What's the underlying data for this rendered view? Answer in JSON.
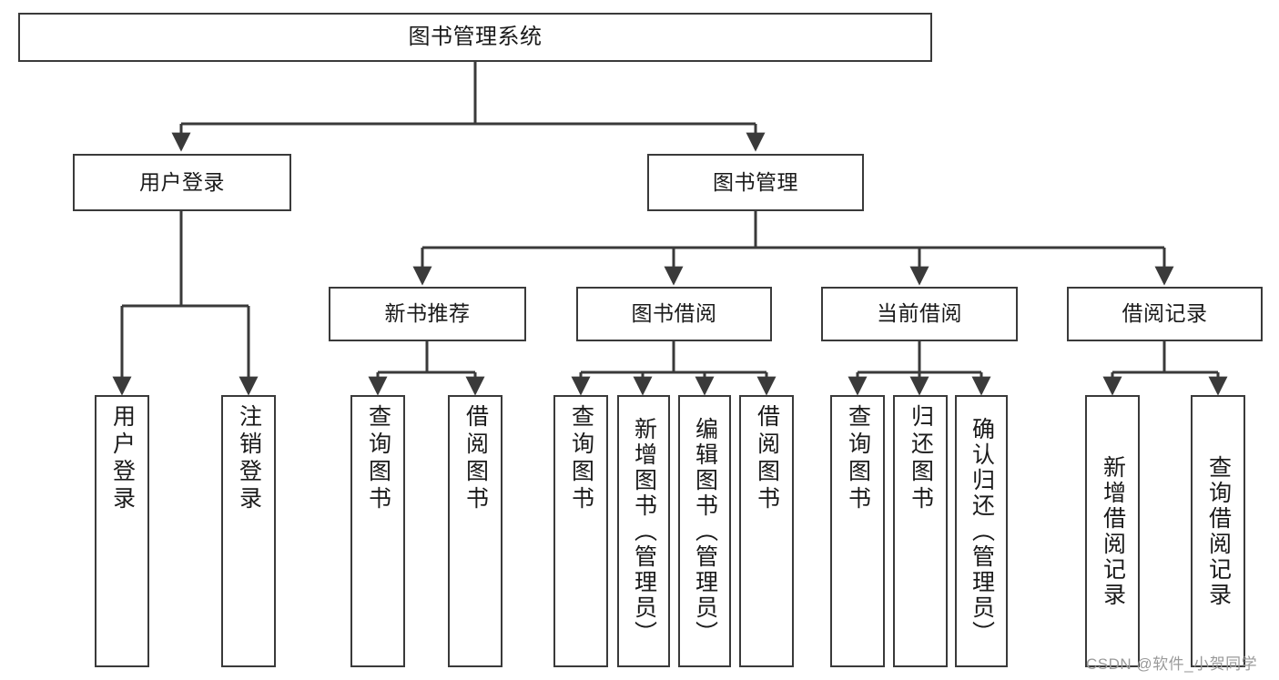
{
  "diagram": {
    "title": "图书管理系统",
    "type": "tree",
    "nodes": {
      "root": {
        "label": "图书管理系统"
      },
      "level2": [
        {
          "id": "user-login",
          "label": "用户登录"
        },
        {
          "id": "book-manage",
          "label": "图书管理"
        }
      ],
      "level3": [
        {
          "id": "new-book-rec",
          "label": "新书推荐"
        },
        {
          "id": "book-borrow",
          "label": "图书借阅"
        },
        {
          "id": "current-borrow",
          "label": "当前借阅"
        },
        {
          "id": "borrow-record",
          "label": "借阅记录"
        }
      ],
      "leaves": {
        "user-login": [
          {
            "id": "leaf-user-login",
            "label": "用户登录"
          },
          {
            "id": "leaf-logout",
            "label": "注销登录"
          }
        ],
        "new-book-rec": [
          {
            "id": "leaf-query-book-1",
            "label": "查询图书"
          },
          {
            "id": "leaf-borrow-book-1",
            "label": "借阅图书"
          }
        ],
        "book-borrow": [
          {
            "id": "leaf-query-book-2",
            "label": "查询图书"
          },
          {
            "id": "leaf-add-book",
            "label": "新增图书（管理员）"
          },
          {
            "id": "leaf-edit-book",
            "label": "编辑图书（管理员）"
          },
          {
            "id": "leaf-borrow-book-2",
            "label": "借阅图书"
          }
        ],
        "current-borrow": [
          {
            "id": "leaf-query-book-3",
            "label": "查询图书"
          },
          {
            "id": "leaf-return-book",
            "label": "归还图书"
          },
          {
            "id": "leaf-confirm-return",
            "label": "确认归还（管理员）"
          }
        ],
        "borrow-record": [
          {
            "id": "leaf-add-record",
            "label": "新增借阅记录"
          },
          {
            "id": "leaf-query-record",
            "label": "查询借阅记录"
          }
        ]
      }
    },
    "colors": {
      "border": "#3a3a3a",
      "background": "#ffffff",
      "text": "#1a1a1a",
      "edge": "#3a3a3a",
      "watermark": "#9a9a9a"
    }
  },
  "watermark": {
    "text": "CSDN @软件_小贺同学"
  }
}
